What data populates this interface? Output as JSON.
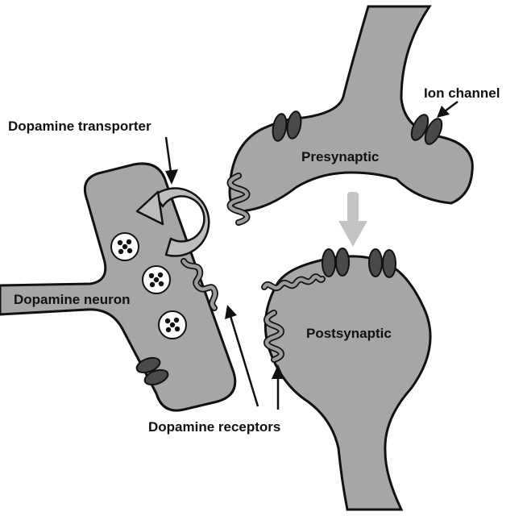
{
  "labels": {
    "ion_channel": "Ion channel",
    "dopamine_transporter": "Dopamine transporter",
    "presynaptic": "Presynaptic",
    "dopamine_neuron": "Dopamine neuron",
    "postsynaptic": "Postsynaptic",
    "dopamine_receptors": "Dopamine receptors"
  },
  "colors": {
    "cell_fill": "#a6a6a6",
    "cell_stroke": "#111111",
    "ion_channel": "#4a4a4a",
    "receptor_fill": "#9c9c9c",
    "arrow_gray": "#c4c4c4",
    "transporter_fill": "#bdbdbd",
    "vesicle_fill": "#ffffff",
    "vesicle_dot": "#111111"
  }
}
